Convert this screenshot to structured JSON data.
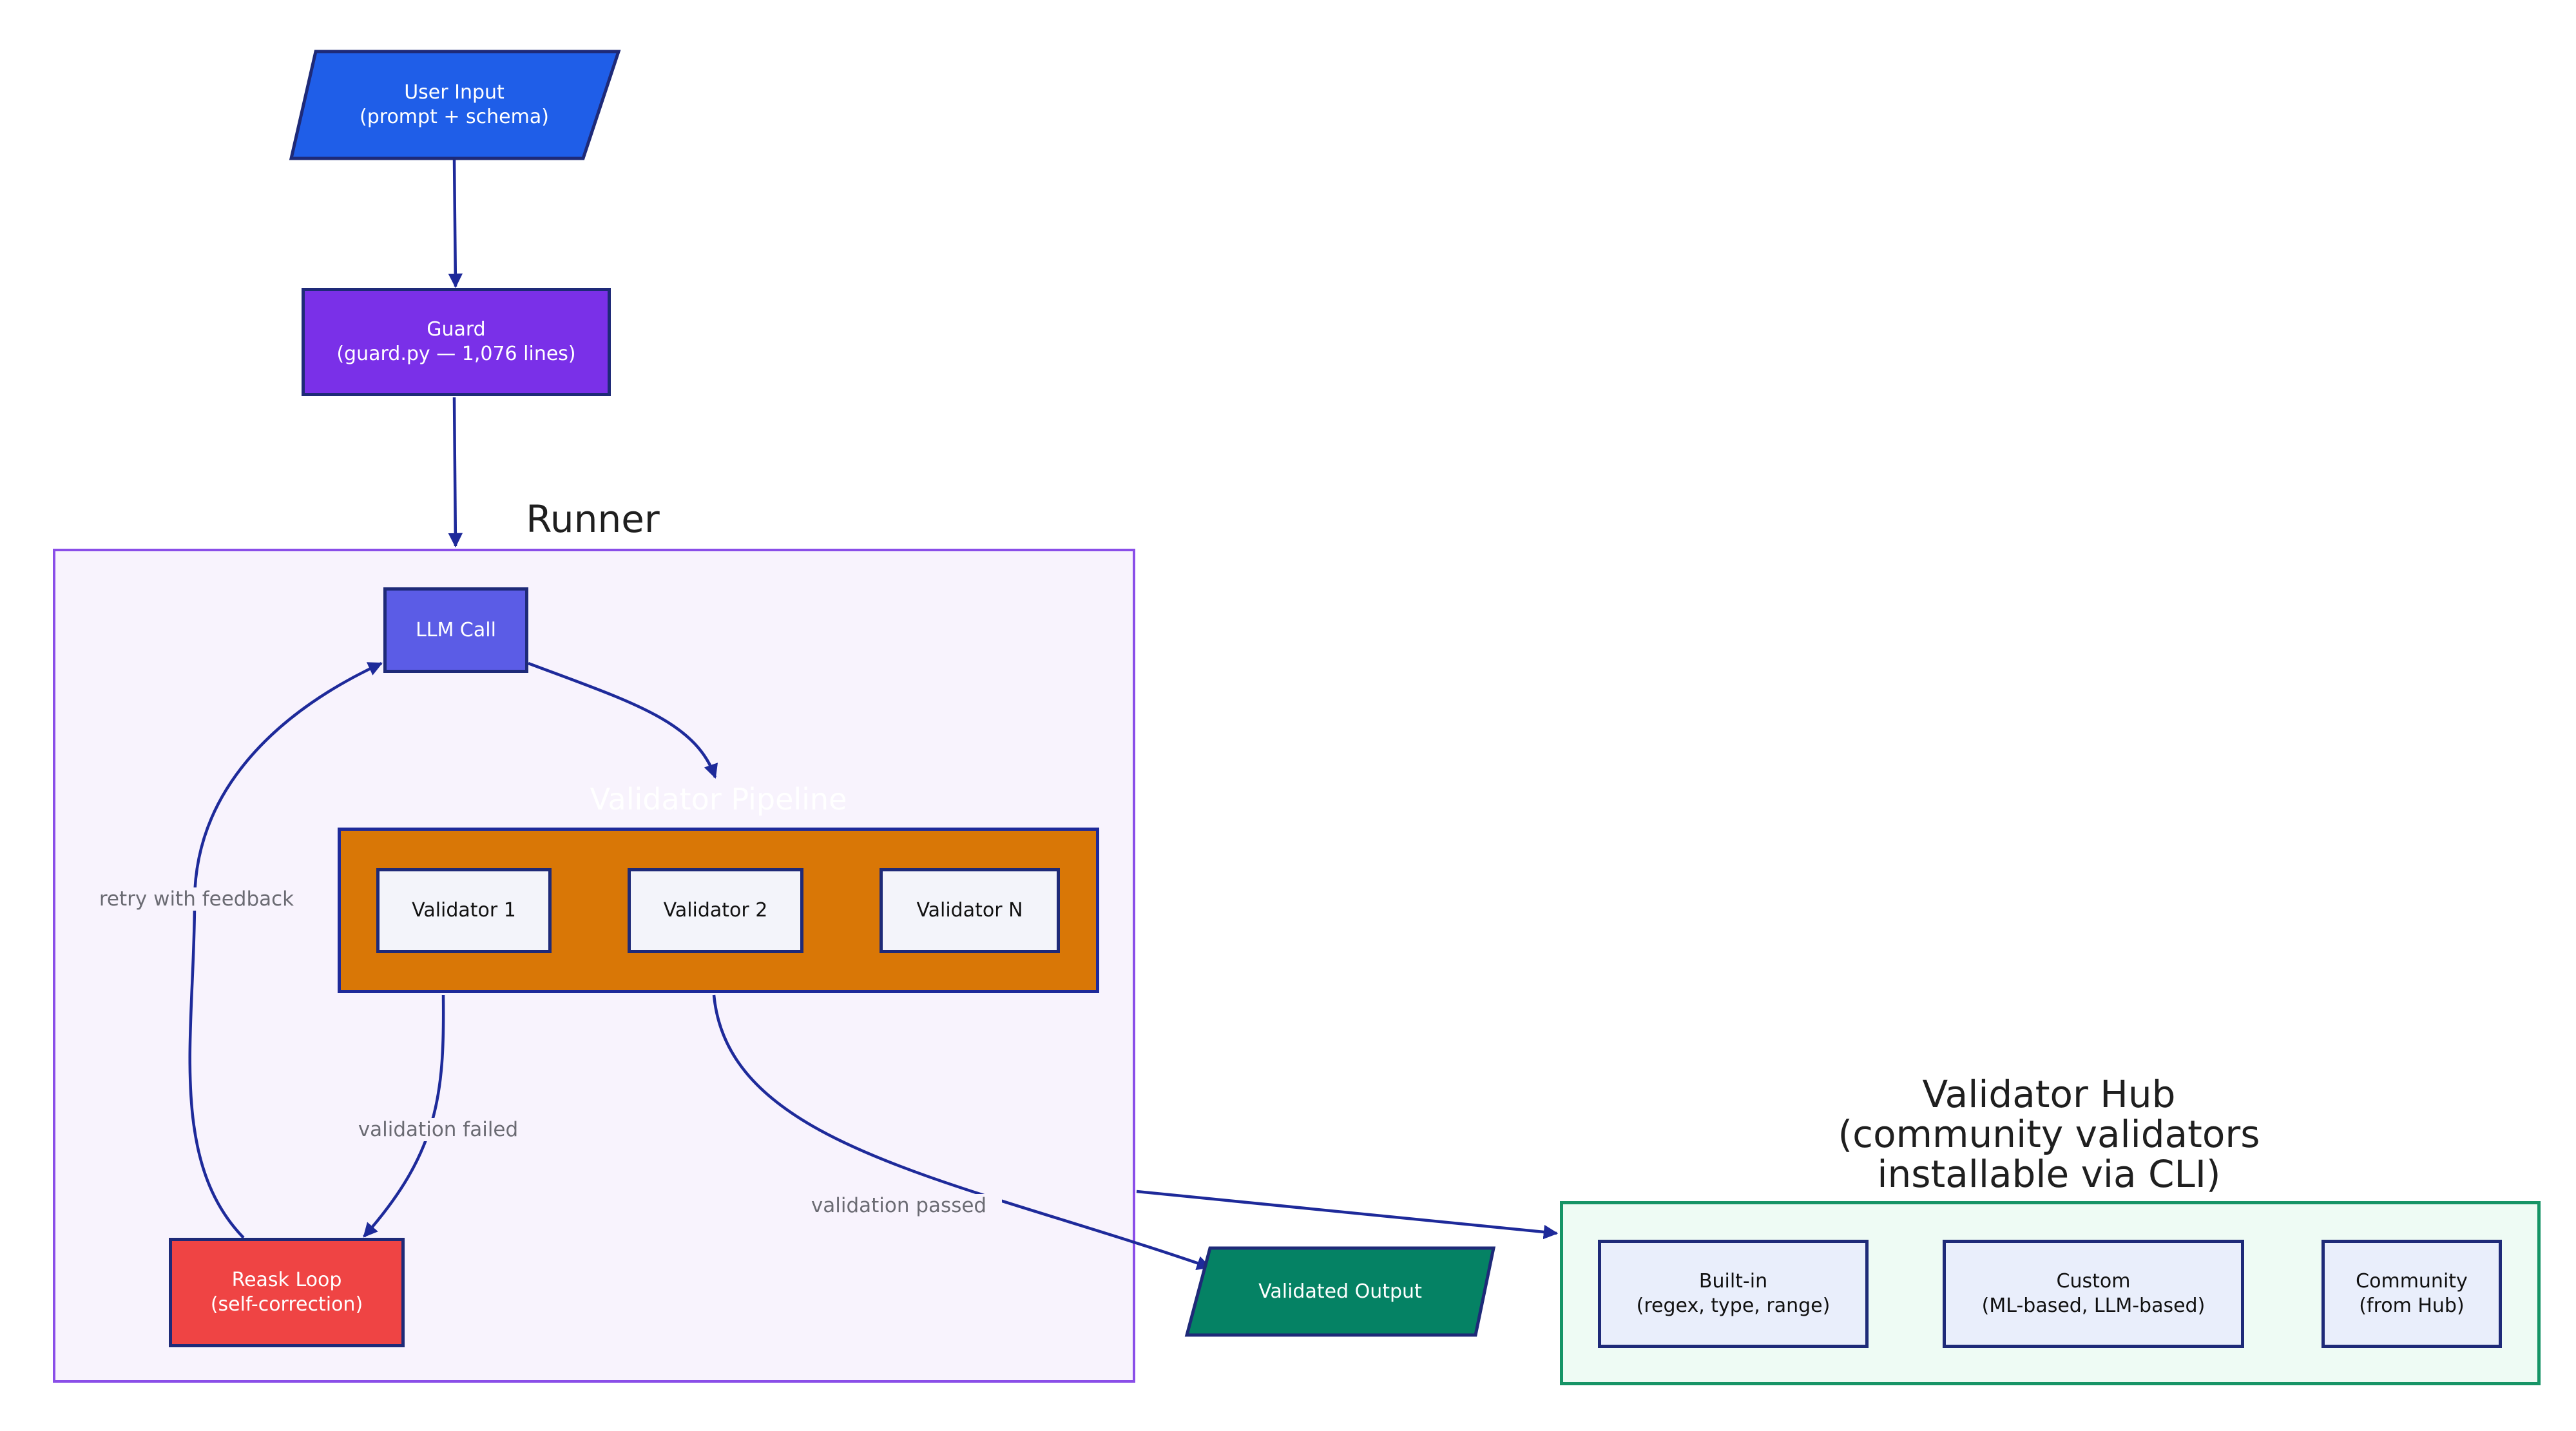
{
  "colors": {
    "input": "#1f5ee8",
    "guard": "#7a30e8",
    "llm": "#5b5ce6",
    "pipeline": "#d97706",
    "reask": "#ef4444",
    "output": "#058264",
    "stroke": "#1e2a9a",
    "runner_bg": "#f8f3fd",
    "runner_border": "#8a4ee8",
    "hub_bg": "#eefbf4",
    "hub_border": "#169466",
    "validator_bg": "#f3f4fa",
    "hub_item_bg": "#e9eefb"
  },
  "nodes": {
    "user_input": "User Input\n(prompt + schema)",
    "guard": "Guard\n(guard.py — 1,076 lines)",
    "llm_call": "LLM Call",
    "validator_1": "Validator 1",
    "validator_2": "Validator 2",
    "validator_n": "Validator N",
    "reask_loop": "Reask Loop\n(self-correction)",
    "validated_output": "Validated Output",
    "built_in": "Built-in\n(regex, type, range)",
    "custom": "Custom\n(ML-based, LLM-based)",
    "community": "Community\n(from Hub)"
  },
  "groups": {
    "runner": "Runner",
    "pipeline": "Validator Pipeline",
    "hub": "Validator Hub\n(community validators\ninstallable via CLI)"
  },
  "edge_labels": {
    "retry": "retry with feedback",
    "failed": "validation failed",
    "passed": "validation passed"
  }
}
